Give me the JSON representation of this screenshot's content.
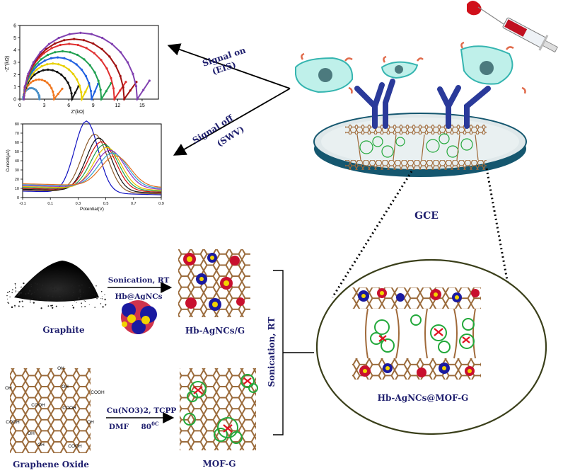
{
  "labels": {
    "signal_on": "Signal on",
    "eis": "(EIS)",
    "signal_off": "Signal off",
    "swv": "(SWV)",
    "gce": "GCE",
    "graphite": "Graphite",
    "hb_agncs_g": "Hb-AgNCs/G",
    "graphene_oxide": "Graphene Oxide",
    "mof_g": "MOF-G",
    "hb_agncs_mof_g": "Hb-AgNCs@MOF-G",
    "sonication_rt": "Sonication, RT",
    "hb_agncs": "Hb@AgNCs",
    "sonication_rt_vertical": "Sonication, RT",
    "cu_tcpp": "Cu(NO3)2, TCPP",
    "dmf": "DMF",
    "temp": "80",
    "temp_unit": "0C",
    "go_groups": [
      "OH",
      "OH",
      "COOH",
      "COOH",
      "COOH",
      "OH",
      "COOH",
      "OH",
      "OH",
      "COOH",
      "OH"
    ]
  },
  "chart_data": [
    {
      "type": "scatter",
      "title": "",
      "xlabel": "Z'(kΩ)",
      "ylabel": "-Z''(kΩ)",
      "xlim": [
        0,
        17
      ],
      "ylim": [
        0,
        6
      ],
      "x_ticks": [
        "0",
        "3",
        "6",
        "9",
        "12",
        "15"
      ],
      "y_ticks": [
        "0",
        "1",
        "2",
        "3",
        "4",
        "5",
        "6"
      ],
      "series": [
        {
          "color": "#4a90c8",
          "x_start": 0.4,
          "x_end": 2.4,
          "peak": 0.9,
          "tail_x": 2.4,
          "tail_y": 0.25
        },
        {
          "color": "#f07820",
          "x_start": 0.5,
          "x_end": 4.2,
          "peak": 1.6,
          "tail_x": 5.2,
          "tail_y": 0.85
        },
        {
          "color": "#111111",
          "x_start": 0.5,
          "x_end": 6.4,
          "peak": 2.4,
          "tail_x": 7.2,
          "tail_y": 1.05
        },
        {
          "color": "#e8d000",
          "x_start": 0.5,
          "x_end": 7.6,
          "peak": 2.9,
          "tail_x": 8.5,
          "tail_y": 1.2
        },
        {
          "color": "#2060e0",
          "x_start": 0.5,
          "x_end": 8.8,
          "peak": 3.4,
          "tail_x": 9.6,
          "tail_y": 1.25
        },
        {
          "color": "#20a050",
          "x_start": 0.5,
          "x_end": 10.0,
          "peak": 3.9,
          "tail_x": 11.2,
          "tail_y": 1.3
        },
        {
          "color": "#e03030",
          "x_start": 0.5,
          "x_end": 11.6,
          "peak": 4.5,
          "tail_x": 13.0,
          "tail_y": 1.4
        },
        {
          "color": "#a01010",
          "x_start": 0.5,
          "x_end": 12.8,
          "peak": 4.9,
          "tail_x": 14.3,
          "tail_y": 1.4
        },
        {
          "color": "#8040b0",
          "x_start": 0.5,
          "x_end": 14.4,
          "peak": 5.4,
          "tail_x": 15.9,
          "tail_y": 1.5
        }
      ]
    },
    {
      "type": "line",
      "title": "",
      "xlabel": "Potential(V)",
      "ylabel": "Current(µA)",
      "xlim": [
        -0.1,
        0.9
      ],
      "ylim": [
        0,
        80
      ],
      "x_ticks": [
        "-0.1",
        "0.1",
        "0.3",
        "0.5",
        "0.7",
        "0.9"
      ],
      "y_ticks": [
        "0",
        "10",
        "20",
        "30",
        "40",
        "50",
        "60",
        "70",
        "80"
      ],
      "series": [
        {
          "color": "#1010c0",
          "peak_x": 0.36,
          "peak_y": 85,
          "width": 0.12,
          "base": 7
        },
        {
          "color": "#8b5a2b",
          "peak_x": 0.42,
          "peak_y": 71,
          "width": 0.13,
          "base": 8
        },
        {
          "color": "#111111",
          "peak_x": 0.45,
          "peak_y": 67,
          "width": 0.13,
          "base": 9
        },
        {
          "color": "#d01010",
          "peak_x": 0.47,
          "peak_y": 63,
          "width": 0.14,
          "base": 10
        },
        {
          "color": "#20a050",
          "peak_x": 0.49,
          "peak_y": 60,
          "width": 0.14,
          "base": 11
        },
        {
          "color": "#e8c000",
          "peak_x": 0.51,
          "peak_y": 57,
          "width": 0.14,
          "base": 12
        },
        {
          "color": "#9030c0",
          "peak_x": 0.53,
          "peak_y": 54,
          "width": 0.15,
          "base": 13
        },
        {
          "color": "#30a0d0",
          "peak_x": 0.55,
          "peak_y": 51,
          "width": 0.15,
          "base": 14
        },
        {
          "color": "#e07020",
          "peak_x": 0.57,
          "peak_y": 48,
          "width": 0.15,
          "base": 15
        }
      ]
    }
  ]
}
